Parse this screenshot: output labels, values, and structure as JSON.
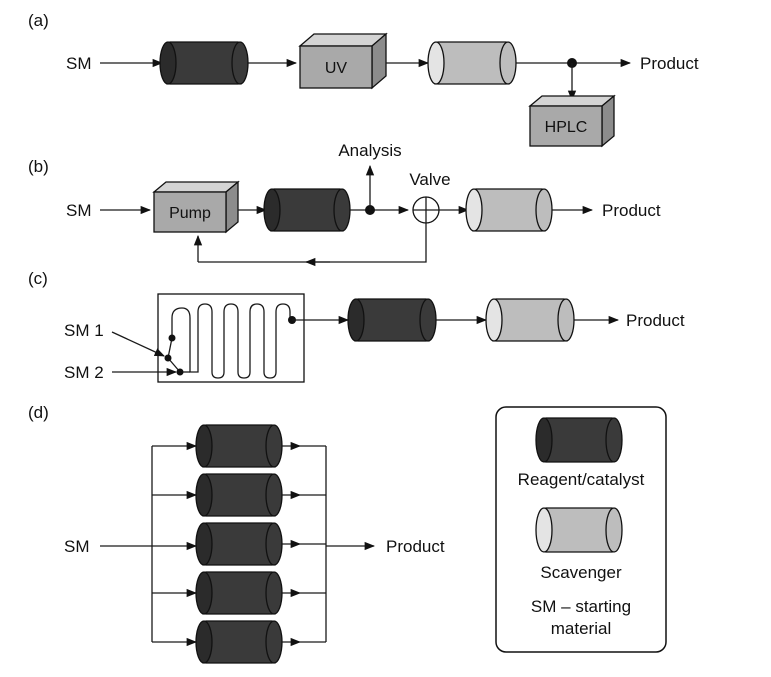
{
  "panels": {
    "a": "(a)",
    "b": "(b)",
    "c": "(c)",
    "d": "(d)"
  },
  "panel_a": {
    "input": "SM",
    "uv_box": "UV",
    "hplc_box": "HPLC",
    "output": "Product"
  },
  "panel_b": {
    "input": "SM",
    "pump_box": "Pump",
    "analysis": "Analysis",
    "valve": "Valve",
    "output": "Product"
  },
  "panel_c": {
    "input_1": "SM 1",
    "input_2": "SM 2",
    "output": "Product"
  },
  "panel_d": {
    "input": "SM",
    "output": "Product",
    "parallel_columns": 5
  },
  "legend": {
    "reagent": "Reagent/catalyst",
    "scavenger": "Scavenger",
    "sm_line1": "SM – starting",
    "sm_line2": "material"
  },
  "colors": {
    "reagent_column": "#3a3a3a",
    "scavenger_column": "#bdbdbd",
    "box": "#a9a9a9",
    "line": "#1a1a1a"
  }
}
